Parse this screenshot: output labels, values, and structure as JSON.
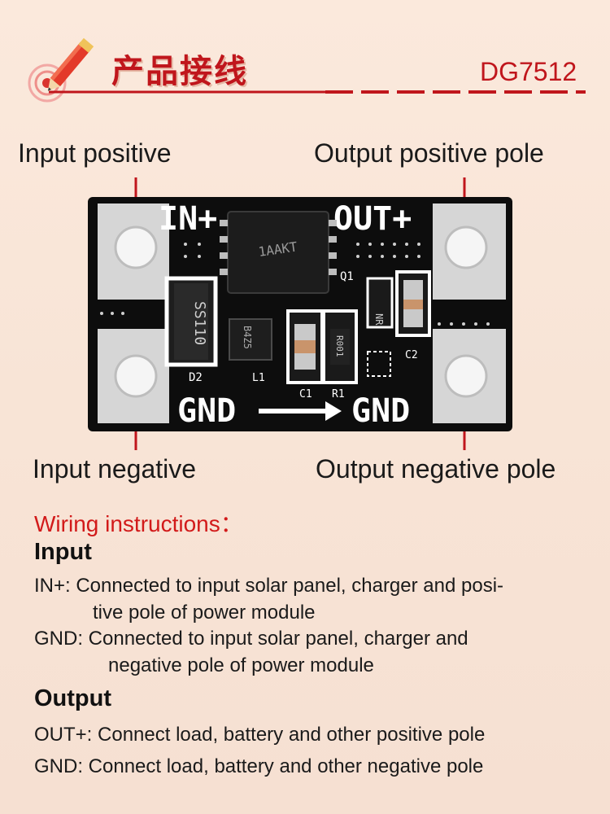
{
  "header": {
    "title": "产品接线",
    "model": "DG7512"
  },
  "labels": {
    "input_positive": "Input positive",
    "output_positive": "Output positive pole",
    "input_negative": "Input negative",
    "output_negative": "Output negative pole"
  },
  "board": {
    "in_plus": "IN+",
    "out_plus": "OUT+",
    "gnd_left": "GND",
    "gnd_right": "GND",
    "diode": "SS110",
    "chip": "1AAKT",
    "small_chip": "B4Z5",
    "resistor": "R001",
    "nr": "NR",
    "silk_q1": "Q1",
    "silk_d2": "D2",
    "silk_c1": "C1",
    "silk_r1": "R1",
    "silk_c2": "C2",
    "silk_l1": "L1",
    "colors": {
      "pcb": "#0d0d0d",
      "pad": "#d9d9d9",
      "silk": "#ffffff",
      "pointer": "#c0161c"
    }
  },
  "instructions": {
    "title": "Wiring instructions：",
    "input_heading": "Input",
    "in_plus_text": "IN+:  Connected to input solar panel, charger and posi-",
    "in_plus_cont": "tive pole of power module",
    "gnd_in_text": "GND:  Connected to input solar panel, charger and",
    "gnd_in_cont": "negative pole of power module",
    "output_heading": "Output",
    "out_plus_text": "OUT+:  Connect load, battery and other positive pole",
    "gnd_out_text": "GND:  Connect load, battery and other negative pole"
  }
}
